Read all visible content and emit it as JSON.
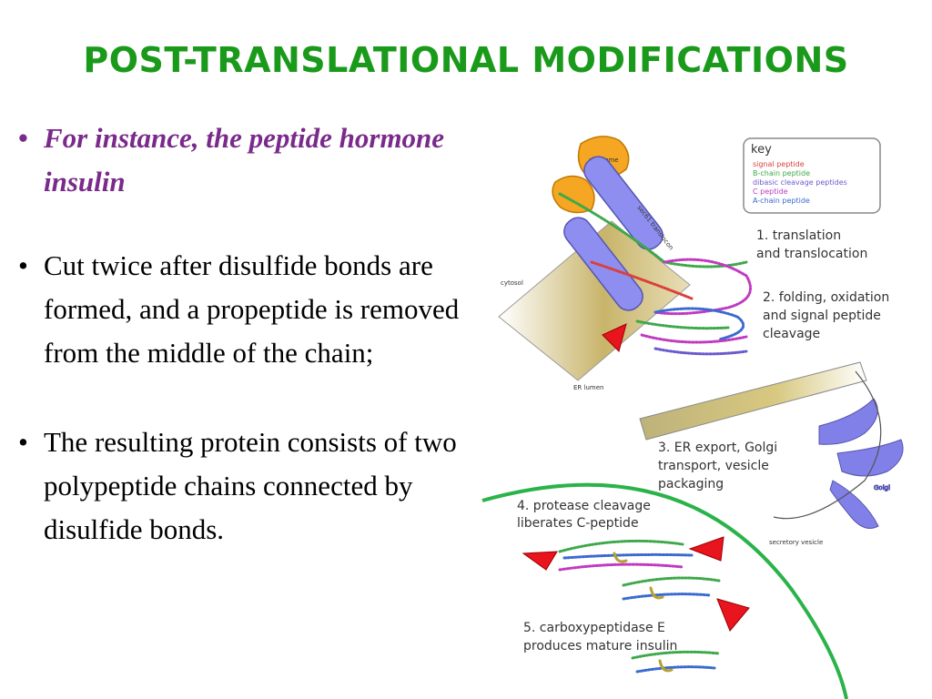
{
  "slide": {
    "title": "Post-Translational Modifications"
  },
  "bullets": [
    {
      "text": "For instance, the peptide hormone insulin"
    },
    {
      "text": "Cut twice after disulfide bonds are formed, and a propeptide is removed from the middle of the chain;"
    },
    {
      "text": "The resulting protein consists of two polypeptide chains connected by disulfide bonds."
    }
  ],
  "bullet_marker": "•",
  "diagram": {
    "key_title": "key",
    "key_items": [
      {
        "label": "signal peptide",
        "color": "#d9413a"
      },
      {
        "label": "B-chain peptide",
        "color": "#3ea84a"
      },
      {
        "label": "dibasic cleavage peptides",
        "color": "#6a5acd"
      },
      {
        "label": "C peptide",
        "color": "#c03ac0"
      },
      {
        "label": "A-chain peptide",
        "color": "#3a6ad0"
      }
    ],
    "labels": {
      "ribosome": "ribosome",
      "sec61": "sec61 translocon",
      "cytosol": "cytosol",
      "er_lumen": "ER lumen",
      "golgi": "Golgi",
      "secretory_vesicle": "secretory vesicle"
    },
    "steps": [
      {
        "line1": "1. translation",
        "line2": "and translocation"
      },
      {
        "line1": "2. folding, oxidation",
        "line2": "and signal peptide",
        "line3": "cleavage"
      },
      {
        "line1": "3. ER export, Golgi",
        "line2": "transport, vesicle",
        "line3": "packaging"
      },
      {
        "line1": "4. protease cleavage",
        "line2": "liberates C-peptide"
      },
      {
        "line1": "5. carboxypeptidase E",
        "line2": "produces mature insulin"
      }
    ],
    "colors": {
      "ribosome": "#f5a623",
      "translocon": "#8e8ef0",
      "membrane": "#c8b46a",
      "golgi": "#8080e8",
      "vesicle": "#2bb34a",
      "protease": "#e8141e"
    }
  }
}
